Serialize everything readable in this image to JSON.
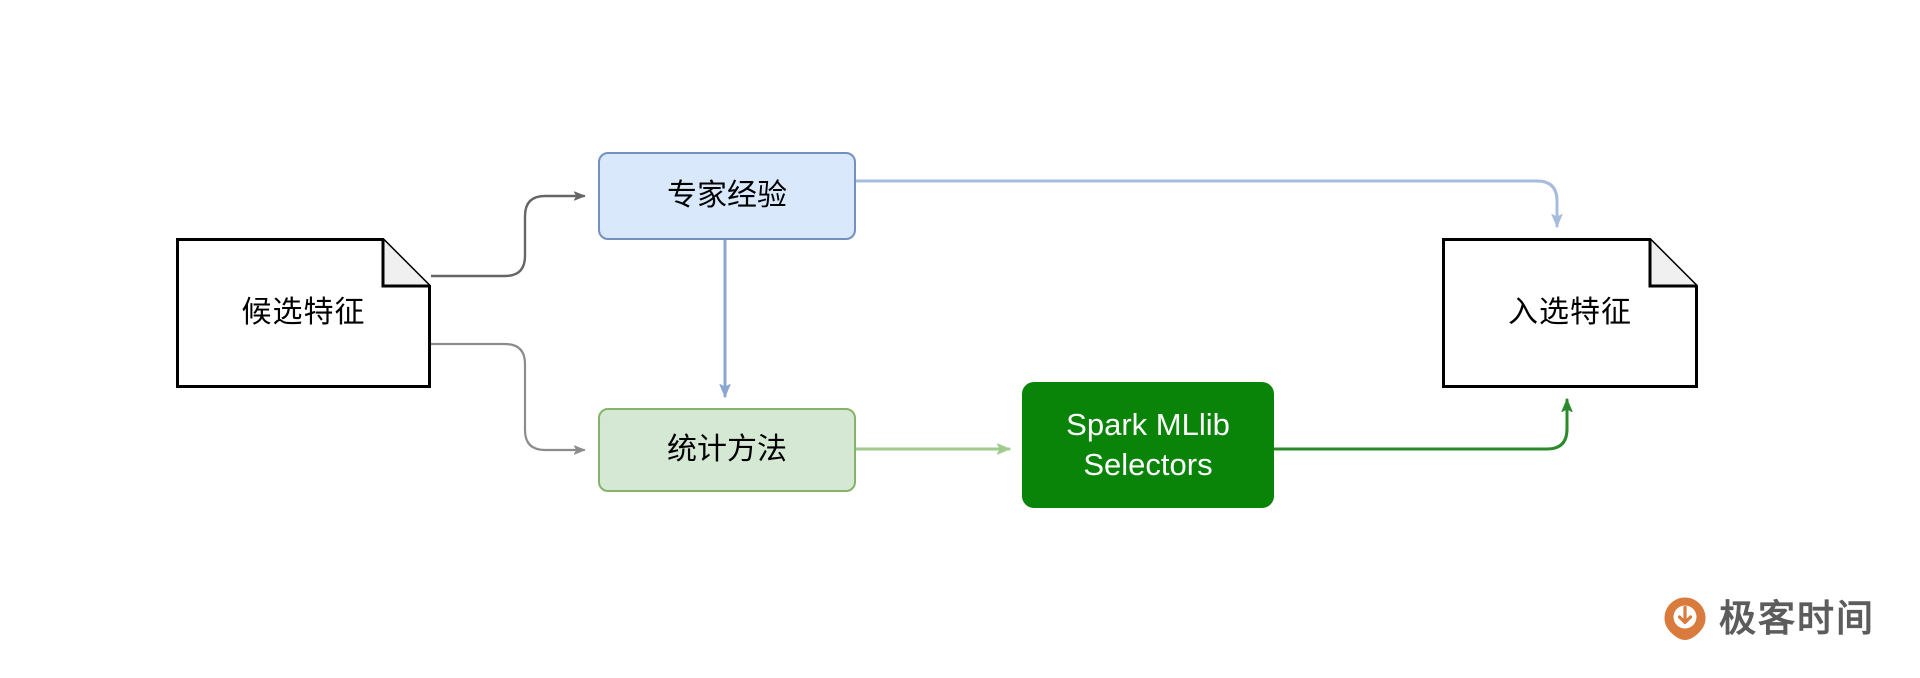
{
  "diagram": {
    "type": "flowchart",
    "title": "",
    "nodes": [
      {
        "id": "candidate",
        "label": "候选特征",
        "shape": "document",
        "fill": "#ffffff",
        "stroke": "#000000",
        "text_color": "#000000"
      },
      {
        "id": "expert",
        "label": "专家经验",
        "shape": "rounded-rect",
        "fill": "#dae8fc",
        "stroke": "#7491bf",
        "text_color": "#000000"
      },
      {
        "id": "statistic",
        "label": "统计方法",
        "shape": "rounded-rect",
        "fill": "#d5e8d4",
        "stroke": "#86b36a",
        "text_color": "#000000"
      },
      {
        "id": "spark",
        "label": "Spark MLlib\nSelectors",
        "shape": "rounded-rect",
        "fill": "#098409",
        "stroke": "#098409",
        "text_color": "#ffffff"
      },
      {
        "id": "selected",
        "label": "入选特征",
        "shape": "document",
        "fill": "#ffffff",
        "stroke": "#000000",
        "text_color": "#000000"
      }
    ],
    "edges": [
      {
        "id": "candidate-to-expert",
        "from": "candidate",
        "to": "expert",
        "color": "#666666",
        "style": "orthogonal"
      },
      {
        "id": "candidate-to-statistic",
        "from": "candidate",
        "to": "statistic",
        "color": "#8c8c8c",
        "style": "orthogonal"
      },
      {
        "id": "expert-to-statistic",
        "from": "expert",
        "to": "statistic",
        "color": "#8aa6d1",
        "style": "straight"
      },
      {
        "id": "expert-to-selected",
        "from": "expert",
        "to": "selected",
        "color": "#a7bcdd",
        "style": "orthogonal"
      },
      {
        "id": "statistic-to-spark",
        "from": "statistic",
        "to": "spark",
        "color": "#9fcc8e",
        "style": "straight"
      },
      {
        "id": "spark-to-selected",
        "from": "spark",
        "to": "selected",
        "color": "#2b8a2b",
        "style": "orthogonal"
      }
    ]
  },
  "watermark": {
    "text": "极客时间",
    "logo_color": "#d97b3c",
    "text_color": "#5c5c5c"
  }
}
